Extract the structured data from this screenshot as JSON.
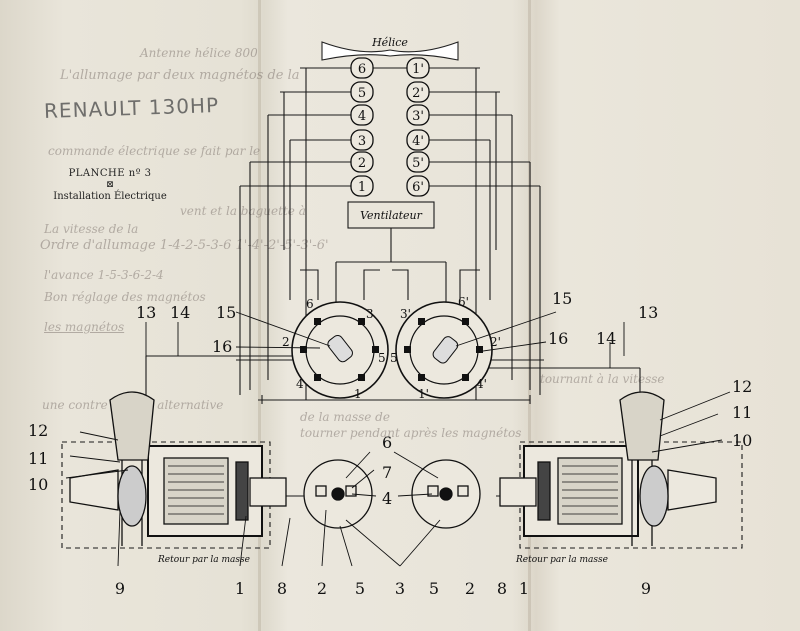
{
  "plate": {
    "heading": "PLANCHE nº 3",
    "ornament": "⊠",
    "subtitle": "Installation Électrique",
    "pencil_note": "RENAULT 130HP"
  },
  "labels": {
    "helice": "Hélice",
    "ventilateur": "Ventilateur",
    "retour_left": "Retour par la masse",
    "retour_right": "Retour par la masse"
  },
  "cylinders": {
    "left": [
      "6",
      "5",
      "4",
      "3",
      "2",
      "1"
    ],
    "right": [
      "1'",
      "2'",
      "3'",
      "4'",
      "5'",
      "6'"
    ]
  },
  "distributor_left": {
    "top_left": "6",
    "top_right": "3",
    "left": "2",
    "right": "5",
    "bottom_left": "4",
    "bottom_right": "1"
  },
  "distributor_right": {
    "top_left": "3'",
    "top_right": "6'",
    "left": "5",
    "right": "2'",
    "bottom_left": "1'",
    "bottom_right": "4'"
  },
  "callouts": {
    "n15_left": "15",
    "n16_left": "16",
    "n13_left": "13",
    "n14_left": "14",
    "n12_left": "12",
    "n11_left": "11",
    "n10_left": "10",
    "n15_right": "15",
    "n16_right": "16",
    "n13_right": "13",
    "n14_right": "14",
    "n12_right": "12",
    "n11_right": "11",
    "n10_right": "10",
    "n6_center": "6",
    "n7_center": "7",
    "n4_center": "4"
  },
  "bottom_numbers": [
    "9",
    "1",
    "8",
    "2",
    "5",
    "3",
    "5",
    "2",
    "8",
    "1",
    "9"
  ],
  "handwriting": [
    "Antenne hélice 800",
    "L'allumage par deux magnétos de la",
    "commande électrique se fait par le",
    "vent et la baguette à",
    "La vitesse de la",
    "Ordre d'allumage 1-4-2-5-3-6 1'-4'-2'-5'-3'-6'",
    "l'avance 1-5-3-6-2-4",
    "Bon réglage des magnétos",
    "les magnétos",
    "tournant à la vitesse",
    "une contre vitesse alternative",
    "de la masse de",
    "tourner pendant après les magnétos"
  ]
}
